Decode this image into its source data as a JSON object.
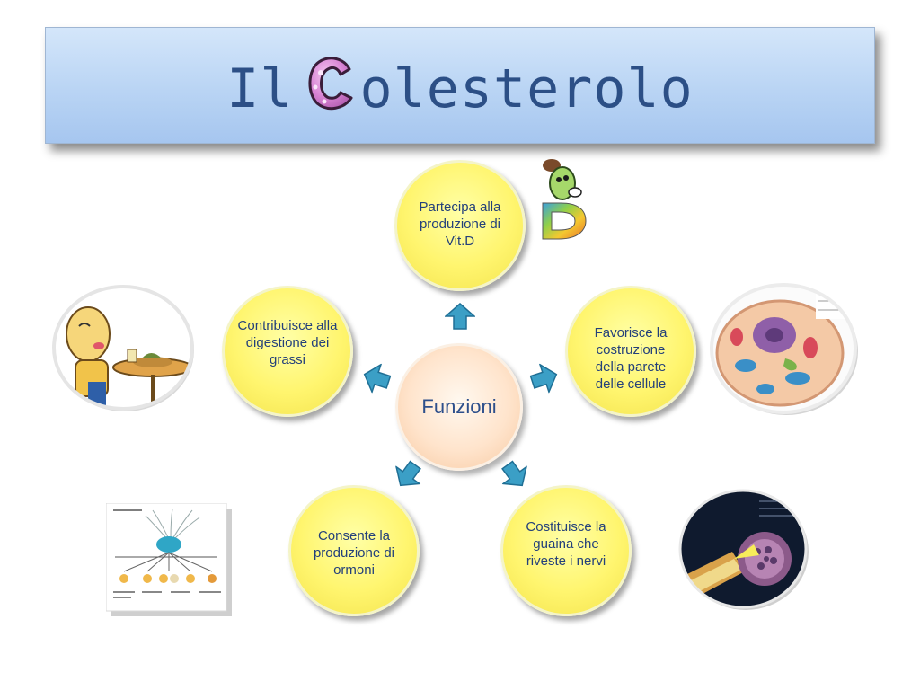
{
  "title": {
    "prefix": "Il",
    "letter": "C",
    "rest": "olesterolo"
  },
  "center": {
    "label": "Funzioni"
  },
  "nodes": [
    {
      "label": "Partecipa alla produzione di Vit.D"
    },
    {
      "label": "Favorisce la costruzione della parete delle cellule"
    },
    {
      "label": "Costituisce la guaina che riveste i nervi"
    },
    {
      "label": "Consente la produzione di ormoni"
    },
    {
      "label": "Contribuisce alla digestione dei grassi"
    }
  ],
  "pictures": {
    "vitamin_d": {
      "letter": "D"
    }
  },
  "colors": {
    "banner": "#b9d4f4",
    "title_text": "#2c4f86",
    "node_fill": "#fff56e",
    "center_fill": "#ffe4cc",
    "arrow": "#3b9fc6"
  }
}
